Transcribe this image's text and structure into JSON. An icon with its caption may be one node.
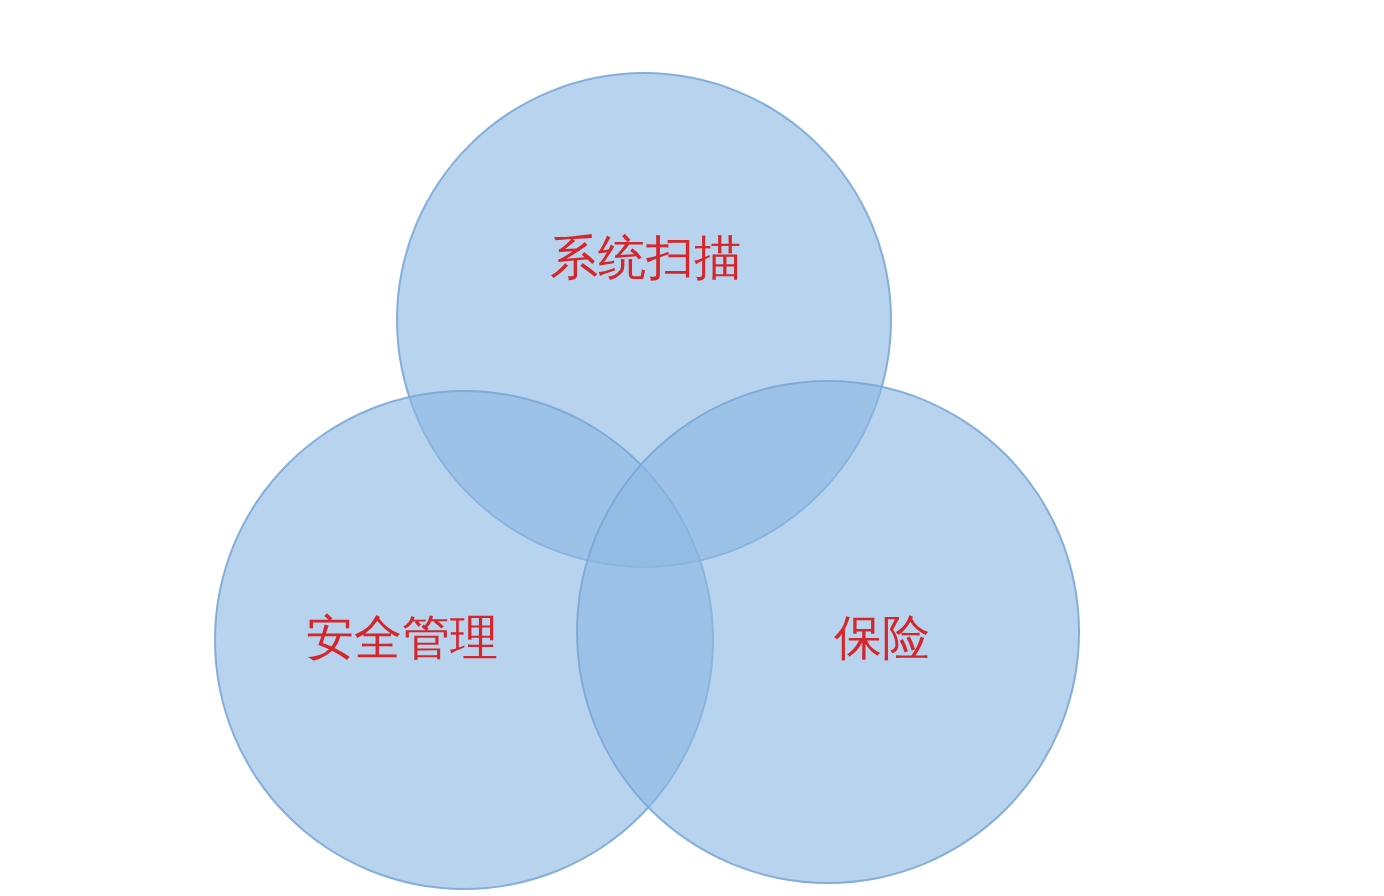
{
  "diagram": {
    "nodes": [
      {
        "text": [
          "系统扫描"
        ]
      },
      {
        "text": [
          "安全管理"
        ]
      },
      {
        "text": [
          "保险"
        ]
      }
    ]
  }
}
